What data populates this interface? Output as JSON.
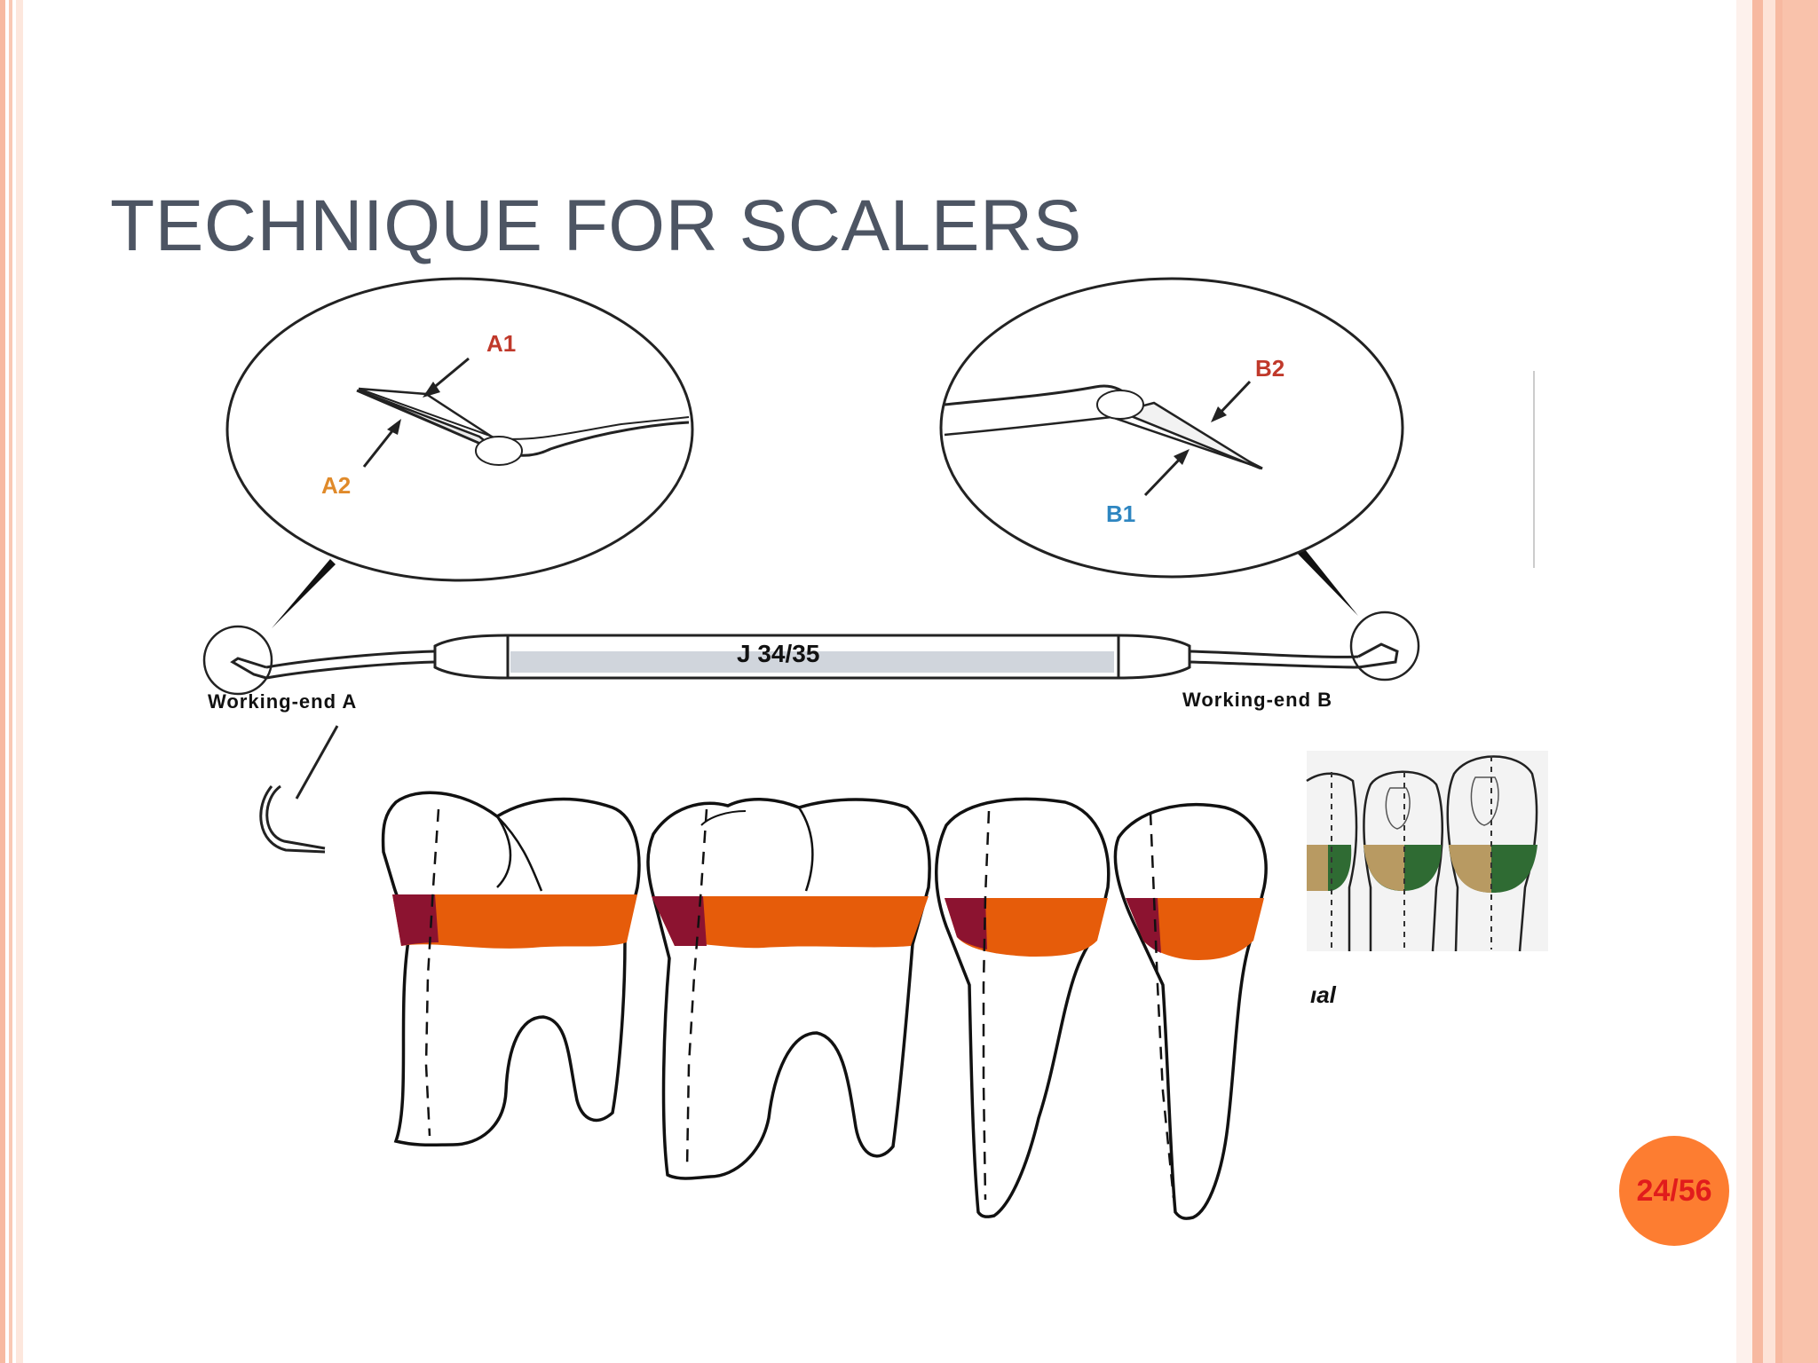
{
  "slide": {
    "title": "TECHNIQUE FOR SCALERS",
    "page_number": "24/56"
  },
  "instrument": {
    "model_label": "J 34/35",
    "working_end_a_label": "Working-end A",
    "working_end_b_label": "Working-end B",
    "edge_labels": {
      "a1": "A1",
      "a2": "A2",
      "b1": "B1",
      "b2": "B2"
    }
  },
  "teeth_figure": {
    "partial_caption": "ıal"
  },
  "colors": {
    "title_text": "#4d5563",
    "border": "#f7b9a1",
    "badge": "#fd7d31",
    "badge_text": "#e11c1c",
    "label_red": "#c0392b",
    "label_orange": "#e08a2a",
    "label_blue": "#2e86c1",
    "scaling_orange": "#e65c0a",
    "scaling_dark": "#8c1330",
    "incisor_green": "#2f6b33",
    "incisor_tan": "#b89a62"
  }
}
